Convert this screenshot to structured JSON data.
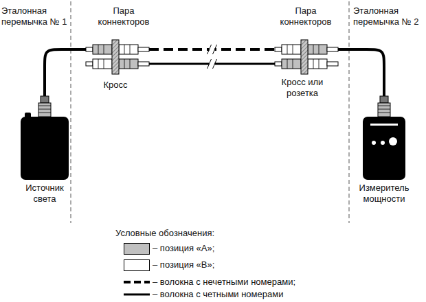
{
  "diagram": {
    "nodes": [
      {
        "text": [
          "Источник света"
        ]
      },
      {
        "text": [
          "Кросс"
        ]
      },
      {
        "text": [
          "Кросс или розетка"
        ]
      },
      {
        "text": [
          "Измеритель мощности"
        ]
      }
    ],
    "edges": [
      {
        "from": 0,
        "to": 1,
        "arrow": "none"
      },
      {
        "from": 1,
        "to": 2,
        "arrow": "none"
      },
      {
        "from": 1,
        "to": 2,
        "arrow": "none"
      },
      {
        "from": 2,
        "to": 3,
        "arrow": "none"
      }
    ],
    "labels": [
      "Эталонная перемычка № 1",
      "Пара коннекторов",
      "Пара коннекторов",
      "Эталонная перемычка № 2",
      "Условные обозначения:"
    ],
    "legend": [
      {
        "text": "– позиция «А»;",
        "color": "#c0c0c0"
      },
      {
        "text": "– позиция «В»;",
        "color": "#ffffff"
      },
      {
        "text": "– волокна с нечетными номерами;"
      },
      {
        "text": "– волокна с четными номерами"
      }
    ]
  }
}
